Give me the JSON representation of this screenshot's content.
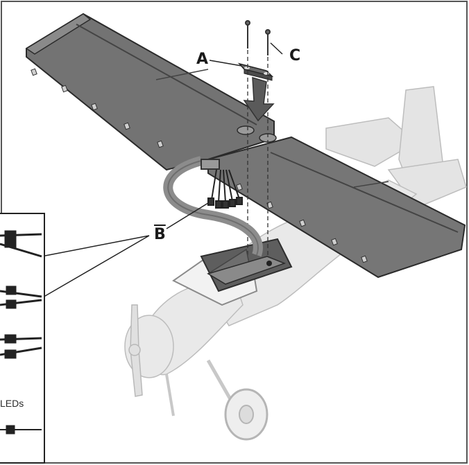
{
  "callouts": {
    "a": "A",
    "b": "B",
    "c": "C"
  },
  "inset": {
    "label": "LEDs"
  },
  "colors": {
    "wing": "#6f6f6f",
    "wing_edge": "#2b2b2b",
    "fuselage_ghost": "#d9d9d9",
    "arrow": "#5a5a5a",
    "wire": "#222222"
  }
}
